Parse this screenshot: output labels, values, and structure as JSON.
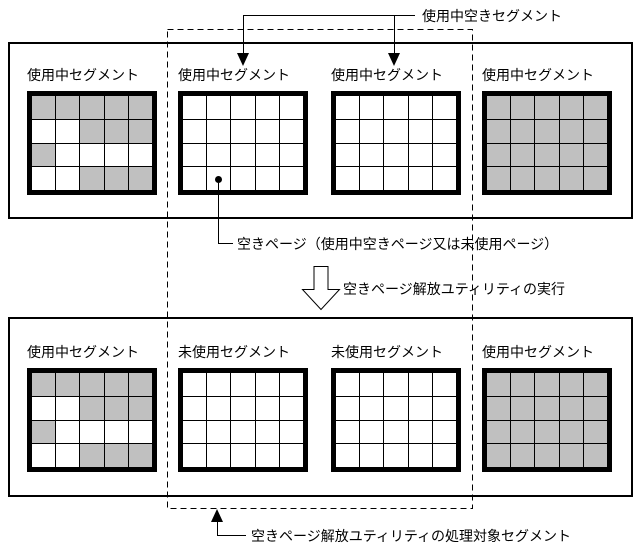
{
  "colors": {
    "used_page": "#c0c0c0",
    "free_page": "#ffffff",
    "line": "#000000"
  },
  "callouts": {
    "in_use_free_segment": "使用中空きセグメント",
    "free_page": "空きページ（使用中空きページ又は未使用ページ）",
    "run_utility": "空きページ解放ユティリティの実行",
    "target_segments": "空きページ解放ユティリティの処理対象セグメント"
  },
  "before": {
    "segments": [
      {
        "label": "使用中セグメント",
        "cells": [
          [
            1,
            1,
            1,
            1,
            1
          ],
          [
            0,
            0,
            1,
            1,
            1
          ],
          [
            1,
            0,
            0,
            0,
            0
          ],
          [
            0,
            0,
            1,
            1,
            1
          ]
        ]
      },
      {
        "label": "使用中セグメント",
        "cells": [
          [
            0,
            0,
            0,
            0,
            0
          ],
          [
            0,
            0,
            0,
            0,
            0
          ],
          [
            0,
            0,
            0,
            0,
            0
          ],
          [
            0,
            0,
            0,
            0,
            0
          ]
        ]
      },
      {
        "label": "使用中セグメント",
        "cells": [
          [
            0,
            0,
            0,
            0,
            0
          ],
          [
            0,
            0,
            0,
            0,
            0
          ],
          [
            0,
            0,
            0,
            0,
            0
          ],
          [
            0,
            0,
            0,
            0,
            0
          ]
        ]
      },
      {
        "label": "使用中セグメント",
        "cells": [
          [
            1,
            1,
            1,
            1,
            1
          ],
          [
            1,
            1,
            1,
            1,
            1
          ],
          [
            1,
            1,
            1,
            1,
            1
          ],
          [
            1,
            1,
            1,
            1,
            1
          ]
        ]
      }
    ]
  },
  "after": {
    "segments": [
      {
        "label": "使用中セグメント",
        "cells": [
          [
            1,
            1,
            1,
            1,
            1
          ],
          [
            0,
            0,
            1,
            1,
            1
          ],
          [
            1,
            0,
            0,
            0,
            0
          ],
          [
            0,
            0,
            1,
            1,
            1
          ]
        ]
      },
      {
        "label": "未使用セグメント",
        "cells": [
          [
            0,
            0,
            0,
            0,
            0
          ],
          [
            0,
            0,
            0,
            0,
            0
          ],
          [
            0,
            0,
            0,
            0,
            0
          ],
          [
            0,
            0,
            0,
            0,
            0
          ]
        ]
      },
      {
        "label": "未使用セグメント",
        "cells": [
          [
            0,
            0,
            0,
            0,
            0
          ],
          [
            0,
            0,
            0,
            0,
            0
          ],
          [
            0,
            0,
            0,
            0,
            0
          ],
          [
            0,
            0,
            0,
            0,
            0
          ]
        ]
      },
      {
        "label": "使用中セグメント",
        "cells": [
          [
            1,
            1,
            1,
            1,
            1
          ],
          [
            1,
            1,
            1,
            1,
            1
          ],
          [
            1,
            1,
            1,
            1,
            1
          ],
          [
            1,
            1,
            1,
            1,
            1
          ]
        ]
      }
    ]
  }
}
